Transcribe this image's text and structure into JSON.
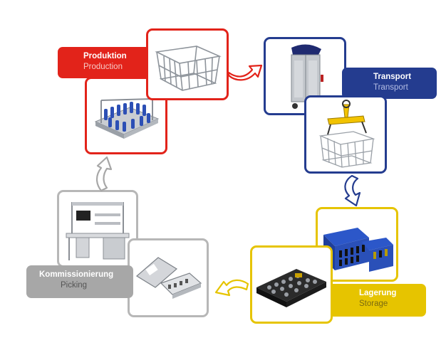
{
  "stages": {
    "production": {
      "label_de": "Produktion",
      "label_en": "Production",
      "color": "#e2231a",
      "label_en_color": "#f7c9c6"
    },
    "transport": {
      "label_de": "Transport",
      "label_en": "Transport",
      "color": "#243c8f",
      "label_en_color": "#b3bde4"
    },
    "storage": {
      "label_de": "Lagerung",
      "label_en": "Storage",
      "color": "#e6c400",
      "label_en_color": "#7a6a10"
    },
    "picking": {
      "label_de": "Kommissionierung",
      "label_en": "Picking",
      "color": "#a7a7a7",
      "label_en_color": "#555555"
    }
  },
  "flow": [
    "production",
    "transport",
    "storage",
    "picking",
    "production"
  ],
  "icons": {
    "production": [
      "wire-basket-icon",
      "part-rack-icon"
    ],
    "transport": [
      "transport-trolley-icon",
      "basket-lifter-icon"
    ],
    "storage": [
      "blue-crates-icon",
      "parts-tray-icon"
    ],
    "picking": [
      "workstation-icon",
      "picking-tray-icon"
    ]
  }
}
